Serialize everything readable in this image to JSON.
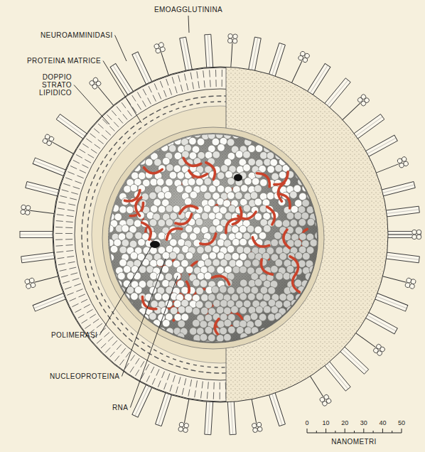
{
  "diagram": {
    "labels": [
      "EMOAGGLUTININA",
      "NEUROAMMINIDASI",
      "PROTEINA MATRICE",
      "DOPPIO STRATO LIPIDICO",
      "POLIMERASI",
      "NUCLEOPROTEINA",
      "RNA",
      "0",
      "10",
      "20",
      "30",
      "40",
      "50",
      "NANOMETRI"
    ]
  }
}
